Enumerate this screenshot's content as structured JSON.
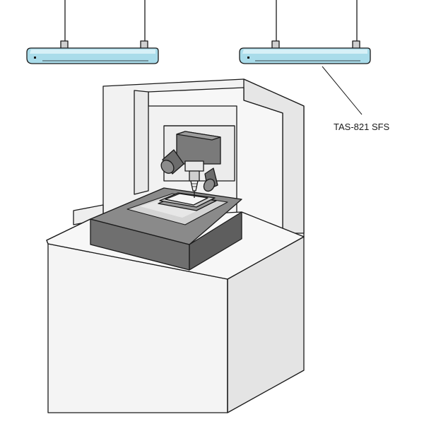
{
  "callout": {
    "label": "TAS-821 SFS",
    "target": "ceiling-bar-right"
  },
  "colors": {
    "bar_fill": "#a9dcea",
    "bar_highlight": "#d6f0f7",
    "outline": "#1a1a1a",
    "machine_body": "#f2f2f2",
    "machine_side": "#e6e6e6",
    "stage_dark": "#6f6f6f",
    "stage_top": "#8a8a8a",
    "head_dark": "#7a7a7a"
  },
  "parts": [
    "ceiling-bar-left",
    "ceiling-bar-right",
    "machine-cabinet",
    "work-stage",
    "dispensing-head",
    "workpiece"
  ]
}
